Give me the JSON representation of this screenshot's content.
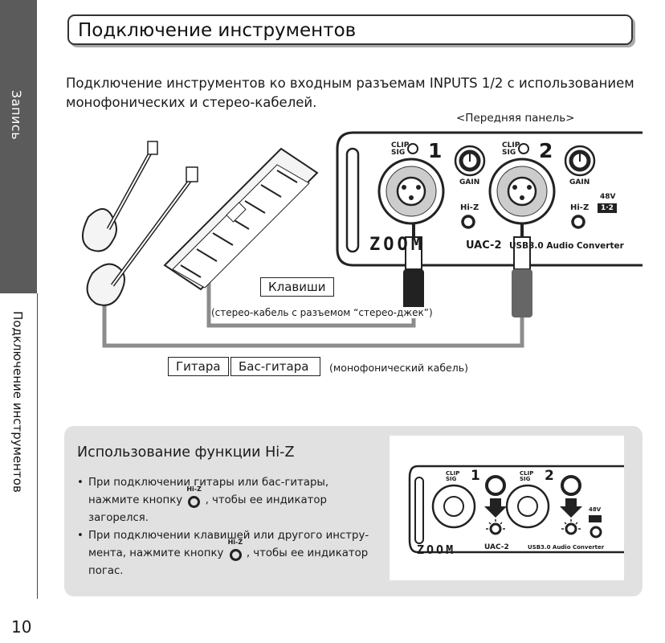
{
  "sidebar": {
    "section_tab": "Запись",
    "chapter_tab": "Подключение инструментов"
  },
  "page": {
    "number": "10"
  },
  "header": {
    "title": "Подключение инструментов"
  },
  "intro": "Подключение инструментов ко входным разъемам INPUTS 1/2 с использованием монофонических и стерео-кабелей.",
  "diagram": {
    "front_panel_label": "<Передняя панель>",
    "keys_label": "Клавиши",
    "stereo_note": "(стерео-кабель с разъемом “стерео-джек”)",
    "guitar_label": "Гитара",
    "bass_label": "Бас-гитара",
    "mono_note": "(монофонический кабель)",
    "device": {
      "clip": "CLIP",
      "sig": "SIG",
      "ch1": "1",
      "ch2": "2",
      "gain": "GAIN",
      "hiz": "Hi-Z",
      "v48": "48V",
      "ph_sel": "1·2",
      "brand": "ZOOM",
      "model": "UAC-2",
      "desc": "USB3.0 Audio Converter"
    }
  },
  "hiz_section": {
    "title": "Использование функции Hi-Z",
    "bullet1_a": "При подключении гитары или бас-гитары, нажмите кнопку",
    "bullet1_b": ", чтобы ее индикатор загорелся.",
    "bullet2_a": "При подключении клавишей или другого инстру-мента, нажмите кнопку",
    "bullet2_b": ", чтобы ее индикатор погас.",
    "button_label": "Hi-Z"
  },
  "colors": {
    "sidebar_dark": "#5b5b5b",
    "panel_bg": "#e1e1e1",
    "cable": "#8c8c8c"
  }
}
